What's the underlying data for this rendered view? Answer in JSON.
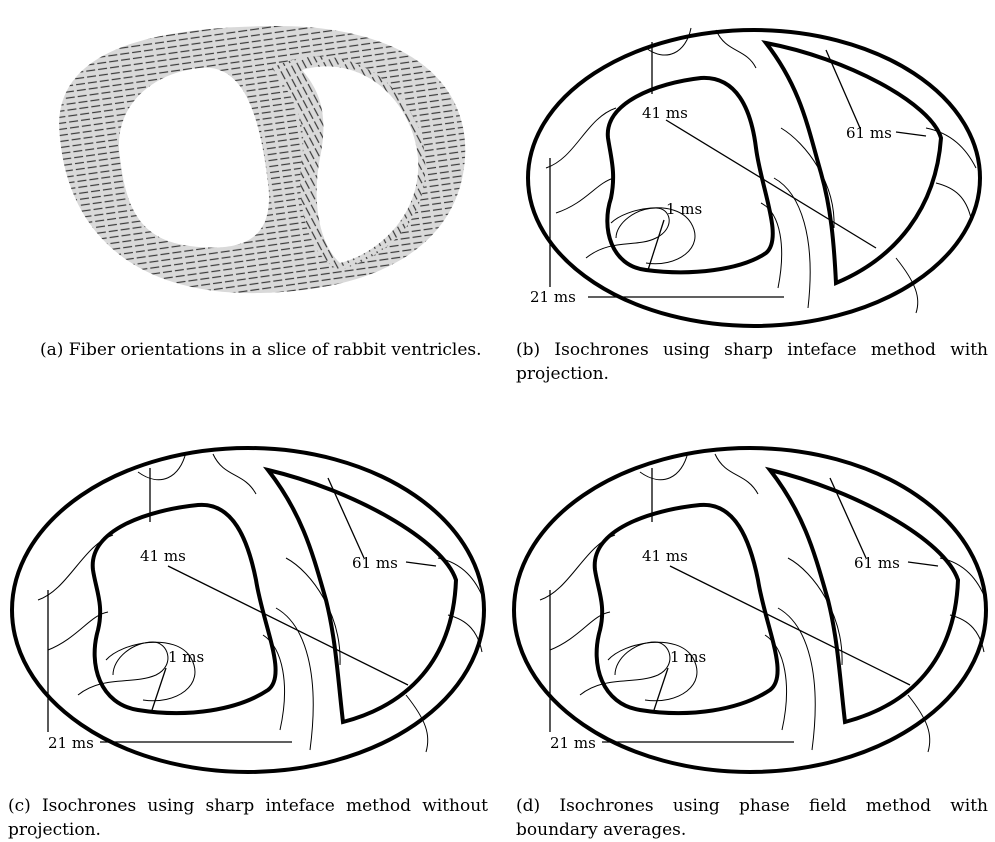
{
  "figure": {
    "panels": [
      {
        "id": "a",
        "caption": "(a) Fiber orientations in a slice of rabbit ventricles.",
        "labels": []
      },
      {
        "id": "b",
        "caption": "(b) Isochrones using sharp inteface method with projection.",
        "labels": [
          "41 ms",
          "61 ms",
          "1 ms",
          "21 ms"
        ]
      },
      {
        "id": "c",
        "caption": "(c) Isochrones using sharp inteface method without projection.",
        "labels": [
          "41 ms",
          "61 ms",
          "1 ms",
          "21 ms"
        ]
      },
      {
        "id": "d",
        "caption": "(d) Isochrones using phase field method with boundary averages.",
        "labels": [
          "41 ms",
          "61 ms",
          "1 ms",
          "21 ms"
        ]
      }
    ]
  }
}
